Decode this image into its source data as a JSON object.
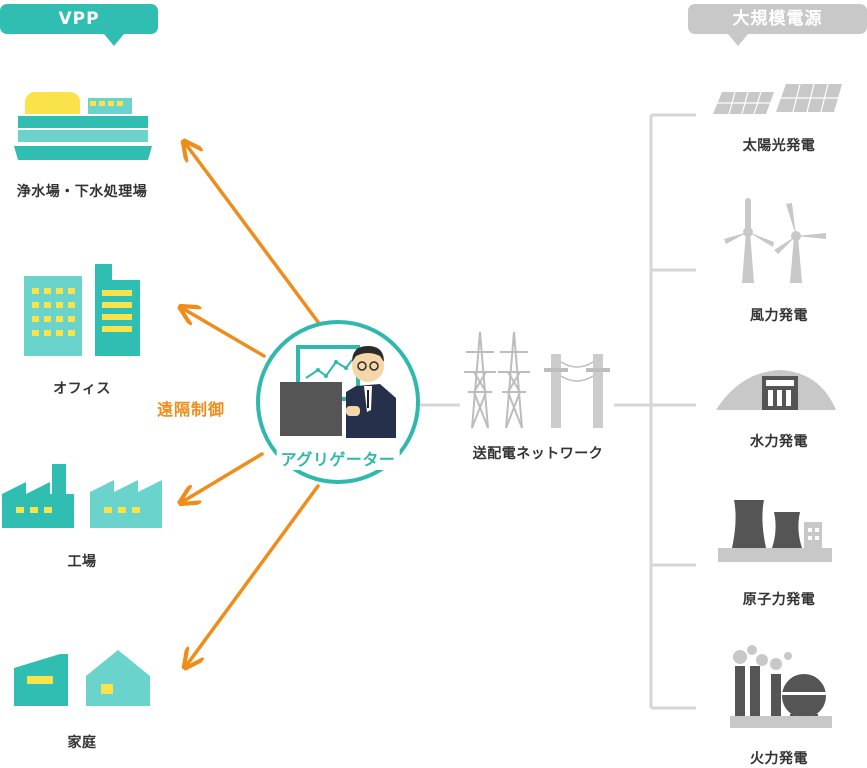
{
  "vpp": {
    "header": "VPP",
    "items": [
      {
        "label": "浄水場・下水処理場"
      },
      {
        "label": "オフィス"
      },
      {
        "label": "工場"
      },
      {
        "label": "家庭"
      }
    ]
  },
  "center": {
    "remote_control": "遠隔制御",
    "aggregator": "アグリゲーター",
    "grid": "送配電ネットワーク"
  },
  "large_power": {
    "header": "大規模電源",
    "items": [
      {
        "label": "太陽光発電"
      },
      {
        "label": "風力発電"
      },
      {
        "label": "水力発電"
      },
      {
        "label": "原子力発電"
      },
      {
        "label": "火力発電"
      }
    ]
  },
  "colors": {
    "teal": "#30bdb2",
    "teal_light": "#69d3cc",
    "yellow": "#f9e24a",
    "orange": "#f08c1a",
    "gray": "#c8c8c8",
    "dark_gray": "#555555"
  }
}
